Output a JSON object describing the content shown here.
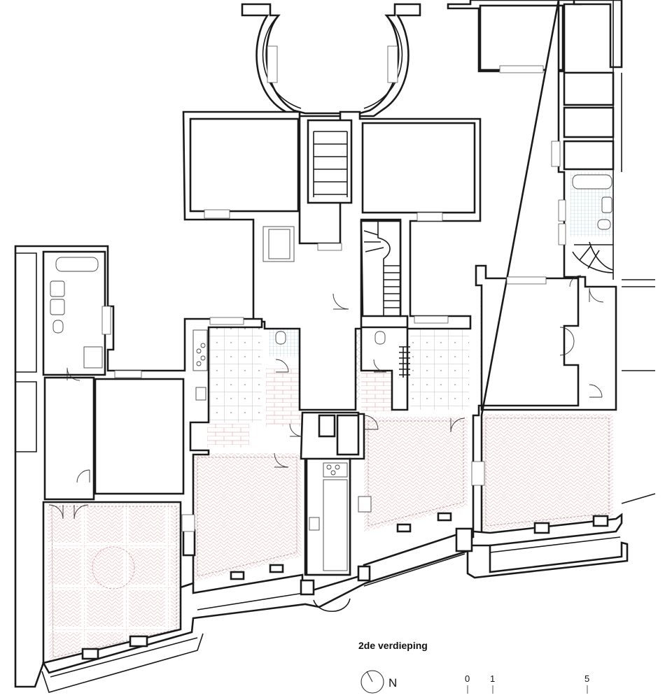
{
  "drawing": {
    "floor_label": "2de verdieping",
    "north_label": "N",
    "scale_labels": [
      "0",
      "1",
      "5"
    ]
  },
  "colors": {
    "wall": "#1a1a1a",
    "wood_floor": "#e8b4b4",
    "tile_floor": "#b0b0b0",
    "wet_area": "#9ec9d6"
  }
}
